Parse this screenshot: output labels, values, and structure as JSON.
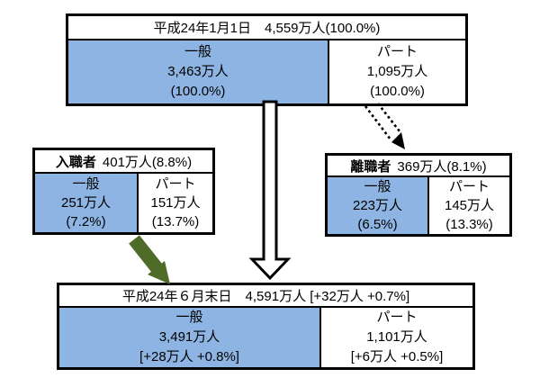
{
  "colors": {
    "cell_blue": "#8DB4E2",
    "arrow_green": "#4F6B28",
    "arrow_outline_black": "#000000",
    "border_black": "#000000"
  },
  "top_box": {
    "title": "平成24年1月1日　4,559万人(100.0%)",
    "general": {
      "lines": [
        "一般",
        "3,463万人",
        "(100.0%)"
      ]
    },
    "part": {
      "lines": [
        "パート",
        "1,095万人",
        "(100.0%)"
      ]
    }
  },
  "entrants_box": {
    "title_label": "入職者",
    "title_value": "401万人(8.8%)",
    "general": {
      "lines": [
        "一般",
        "251万人",
        "(7.2%)"
      ]
    },
    "part": {
      "lines": [
        "パート",
        "151万人",
        "(13.7%)"
      ]
    }
  },
  "leavers_box": {
    "title_label": "離職者",
    "title_value": "369万人(8.1%)",
    "general": {
      "lines": [
        "一般",
        "223万人",
        "(6.5%)"
      ]
    },
    "part": {
      "lines": [
        "パート",
        "145万人",
        "(13.3%)"
      ]
    }
  },
  "bottom_box": {
    "title": "平成24年６月末日　4,591万人 [+32万人 +0.7%]",
    "general": {
      "lines": [
        "一般",
        "3,491万人",
        "[+28万人 +0.8%]"
      ]
    },
    "part": {
      "lines": [
        "パート",
        "1,101万人",
        "[+6万人 +0.5%]"
      ]
    }
  },
  "arrows": {
    "main_flow": "hollow-arrow-top-to-bottom",
    "leavers_flow": "dotted-arrow-top-to-leavers",
    "entrants_flow": "solid-green-arrow-entrants-to-bottom"
  }
}
